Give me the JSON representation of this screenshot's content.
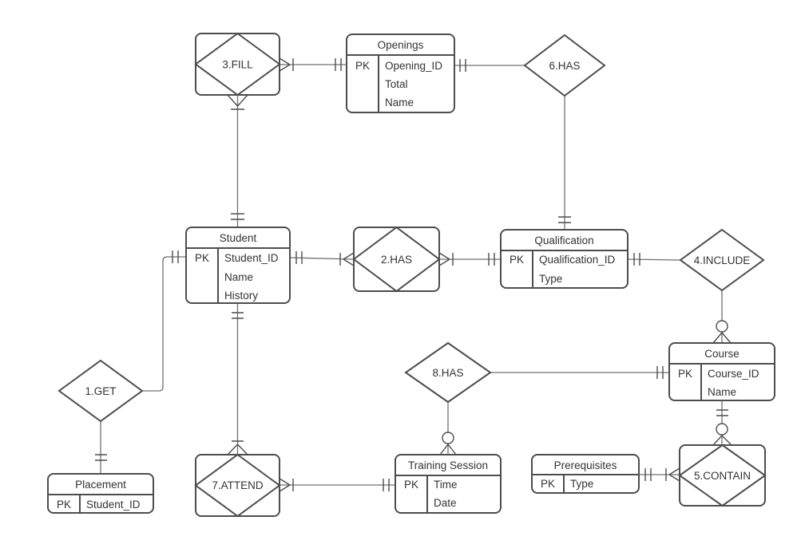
{
  "diagram": {
    "type": "entity-relationship-diagram",
    "colors": {
      "background": "#ffffff",
      "stroke": "#4d4d4d",
      "text": "#333333"
    },
    "entities": {
      "openings": {
        "title": "Openings",
        "pk_label": "PK",
        "attributes": [
          "Opening_ID",
          "Total",
          "Name"
        ]
      },
      "student": {
        "title": "Student",
        "pk_label": "PK",
        "attributes": [
          "Student_ID",
          "Name",
          "History"
        ]
      },
      "qualification": {
        "title": "Qualification",
        "pk_label": "PK",
        "attributes": [
          "Qualification_ID",
          "Type"
        ]
      },
      "course": {
        "title": "Course",
        "pk_label": "PK",
        "attributes": [
          "Course_ID",
          "Name"
        ]
      },
      "placement": {
        "title": "Placement",
        "pk_label": "PK",
        "attributes": [
          "Student_ID"
        ]
      },
      "training_session": {
        "title": "Training Session",
        "pk_label": "PK",
        "attributes": [
          "Time",
          "Date"
        ]
      },
      "prerequisites": {
        "title": "Prerequisites",
        "pk_label": "PK",
        "attributes": [
          "Type"
        ]
      }
    },
    "relationships": {
      "get": {
        "label": "1.GET"
      },
      "has2": {
        "label": "2.HAS"
      },
      "fill": {
        "label": "3.FILL"
      },
      "include": {
        "label": "4.INCLUDE"
      },
      "contain": {
        "label": "5.CONTAIN"
      },
      "has6": {
        "label": "6.HAS"
      },
      "attend": {
        "label": "7.ATTEND"
      },
      "has8": {
        "label": "8.HAS"
      }
    },
    "connections": [
      {
        "from": "3.FILL",
        "to": "Openings",
        "from_end": "one-or-many",
        "to_end": "one-and-only-one"
      },
      {
        "from": "3.FILL",
        "to": "Student",
        "from_end": "one-or-many",
        "to_end": "one-and-only-one"
      },
      {
        "from": "Openings",
        "to": "6.HAS",
        "from_end": "one-and-only-one",
        "to_end": "plain"
      },
      {
        "from": "6.HAS",
        "to": "Qualification",
        "from_end": "plain",
        "to_end": "one-and-only-one"
      },
      {
        "from": "Student",
        "to": "2.HAS",
        "from_end": "one-and-only-one",
        "to_end": "one-or-many"
      },
      {
        "from": "2.HAS",
        "to": "Qualification",
        "from_end": "one-or-many",
        "to_end": "one-and-only-one"
      },
      {
        "from": "Qualification",
        "to": "4.INCLUDE",
        "from_end": "one-and-only-one",
        "to_end": "plain"
      },
      {
        "from": "4.INCLUDE",
        "to": "Course",
        "from_end": "plain",
        "to_end": "zero-or-many"
      },
      {
        "from": "8.HAS",
        "to": "Course",
        "from_end": "plain",
        "to_end": "one-and-only-one"
      },
      {
        "from": "8.HAS",
        "to": "Training Session",
        "from_end": "plain",
        "to_end": "zero-or-many"
      },
      {
        "from": "Course",
        "to": "5.CONTAIN",
        "from_end": "one-and-only-one",
        "to_end": "zero-or-many"
      },
      {
        "from": "Prerequisites",
        "to": "5.CONTAIN",
        "from_end": "one-and-only-one",
        "to_end": "one-or-many"
      },
      {
        "from": "7.ATTEND",
        "to": "Training Session",
        "from_end": "one-or-many",
        "to_end": "one-and-only-one"
      },
      {
        "from": "Student",
        "to": "7.ATTEND",
        "from_end": "one-and-only-one",
        "to_end": "one-or-many"
      },
      {
        "from": "1.GET",
        "to": "Student",
        "from_end": "plain",
        "to_end": "one-and-only-one"
      },
      {
        "from": "1.GET",
        "to": "Placement",
        "from_end": "plain",
        "to_end": "one-and-only-one"
      }
    ]
  }
}
